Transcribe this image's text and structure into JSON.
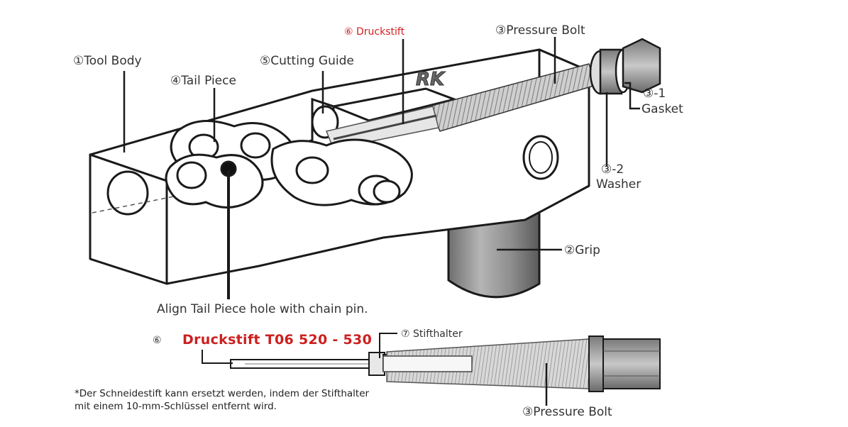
{
  "labels": {
    "tool_body": "①Tool Body",
    "tail_piece": "④Tail Piece",
    "cutting_guide": "⑤Cutting Guide",
    "druckstift_top": "⑥ Druckstift",
    "pressure_bolt_top": "③Pressure Bolt",
    "gasket_num": "③-1",
    "gasket": "Gasket",
    "washer_num": "③-2",
    "washer": "Washer",
    "grip": "②Grip",
    "align_note": "Align Tail Piece hole with chain pin.",
    "bottom_num": "⑥",
    "druckstift_title": "Druckstift T06 520 - 530",
    "stifthalter": "⑦ Stifthalter",
    "pressure_bolt_bottom": "③Pressure Bolt",
    "footnote_line1": "*Der Schneidestift kann ersetzt werden, indem der Stifthalter",
    "footnote_line2": "mit einem 10-mm-Schlüssel entfernt wird.",
    "body_logo": "RK"
  },
  "colors": {
    "accent_red": "#cc2020",
    "outline": "#1a1a1a",
    "grip_fill": "#9a9a9a",
    "text": "#333333"
  }
}
